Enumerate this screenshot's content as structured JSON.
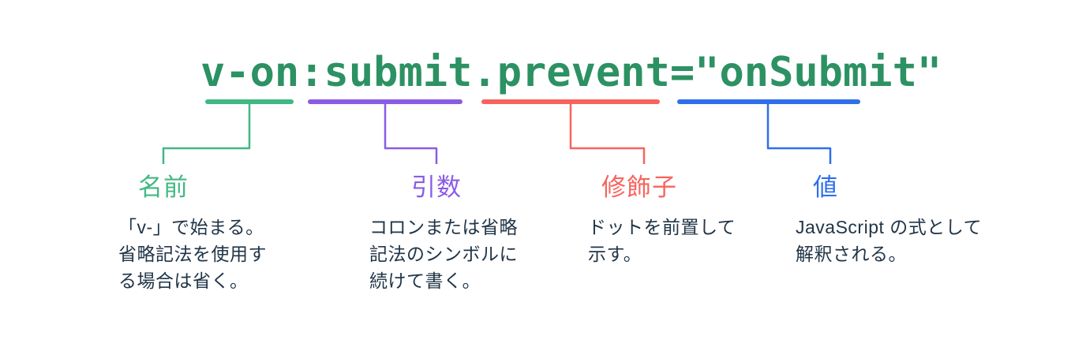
{
  "colors": {
    "background": "#ffffff",
    "code_text": "#2c9163",
    "name_accent": "#42b883",
    "argument_accent": "#8a5ce6",
    "modifier_accent": "#f7645e",
    "value_accent": "#2f6feb",
    "description_text": "#213547"
  },
  "code": {
    "full": "v-on:submit.prevent=\"onSubmit\""
  },
  "segments": [
    {
      "token": "v-on",
      "label": "名前",
      "desc": [
        "「v-」で始まる。",
        "省略記法を使用す",
        "る場合は省く。"
      ]
    },
    {
      "token": ":submit",
      "label": "引数",
      "desc": [
        "コロンまたは省略",
        "記法のシンボルに",
        "続けて書く。"
      ]
    },
    {
      "token": ".prevent",
      "label": "修飾子",
      "desc": [
        "ドットを前置して",
        "示す。"
      ]
    },
    {
      "token": "=\"onSubmit\"",
      "label": "値",
      "desc": [
        "JavaScript の式として",
        "解釈される。"
      ]
    }
  ]
}
